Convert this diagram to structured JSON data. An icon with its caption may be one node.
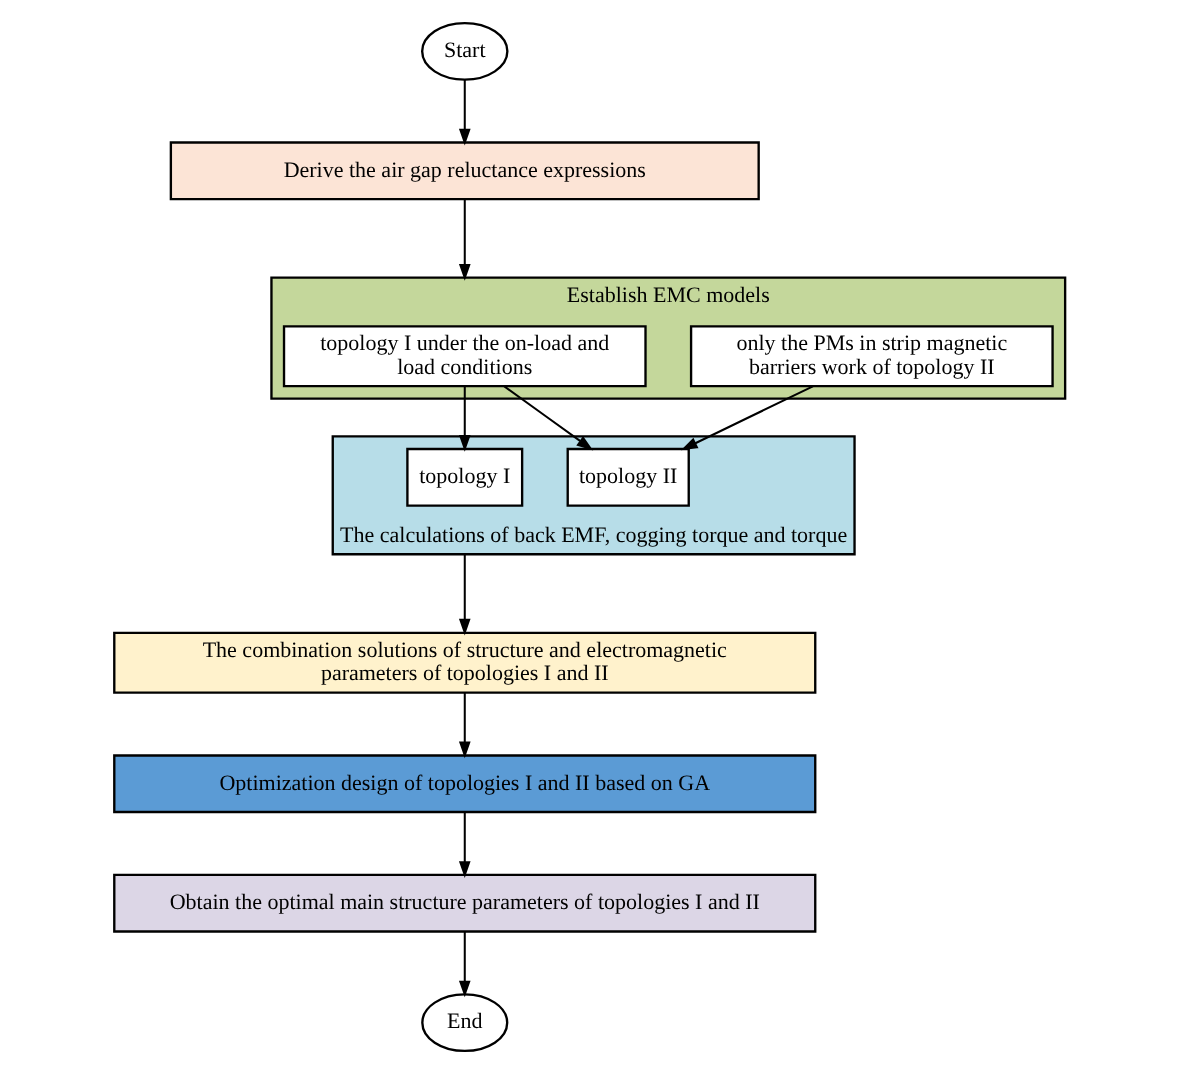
{
  "diagram": {
    "nodes": [
      {
        "text": [
          "Start"
        ]
      },
      {
        "text": [
          "Derive the air gap reluctance expressions"
        ]
      },
      {
        "text": [
          "Establish EMC models"
        ]
      },
      {
        "text": [
          "topology I under the on-load and load conditions"
        ],
        "in": 2
      },
      {
        "text": [
          "only the PMs in strip magnetic barriers work of topology II"
        ],
        "in": 2
      },
      {
        "text": [
          "The calculations of back EMF, cogging torque and torque"
        ]
      },
      {
        "text": [
          "topology I"
        ],
        "in": 5
      },
      {
        "text": [
          "topology II"
        ],
        "in": 5
      },
      {
        "text": [
          "The combination solutions of structure and electromagnetic parameters of topologies I and II"
        ]
      },
      {
        "text": [
          "Optimization design of topologies I and II based on GA"
        ]
      },
      {
        "text": [
          "Obtain the optimal main structure parameters of topologies I and II"
        ]
      },
      {
        "text": [
          "End"
        ]
      }
    ],
    "edges": [
      {
        "from": 0,
        "to": 1,
        "arrow": "to"
      },
      {
        "from": 1,
        "to": 2,
        "arrow": "to"
      },
      {
        "from": 3,
        "to": 6,
        "arrow": "to"
      },
      {
        "from": 3,
        "to": 7,
        "arrow": "to"
      },
      {
        "from": 4,
        "to": 7,
        "arrow": "to"
      },
      {
        "from": 5,
        "to": 8,
        "arrow": "to"
      },
      {
        "from": 8,
        "to": 9,
        "arrow": "to"
      },
      {
        "from": 9,
        "to": 10,
        "arrow": "to"
      },
      {
        "from": 10,
        "to": 11,
        "arrow": "to"
      }
    ]
  }
}
